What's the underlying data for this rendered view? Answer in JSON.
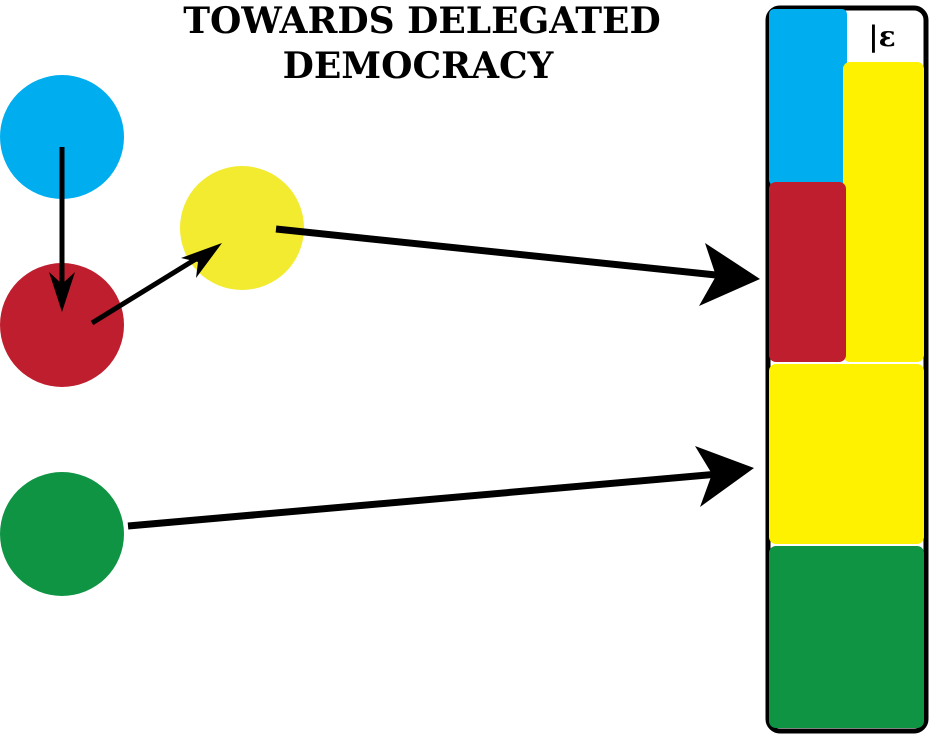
{
  "title": {
    "line1": "TOWARDS DELEGATED",
    "line2": "DEMOCRACY"
  },
  "column_label": "|ε",
  "colors": {
    "blue": "#00ADEF",
    "red": "#BF1E2E",
    "yellow": "#FFF200",
    "yellow_circle": "#F2EB2F",
    "green": "#0F9444",
    "arrow": "#000000",
    "background": "#FFFFFF"
  },
  "nodes": [
    {
      "id": "blue",
      "color_key": "blue"
    },
    {
      "id": "red",
      "color_key": "red"
    },
    {
      "id": "yellow",
      "color_key": "yellow_circle"
    },
    {
      "id": "green",
      "color_key": "green"
    }
  ],
  "delegations": [
    {
      "from": "blue",
      "to": "red"
    },
    {
      "from": "red",
      "to": "yellow"
    },
    {
      "from": "yellow",
      "to": "column"
    },
    {
      "from": "green",
      "to": "column"
    }
  ]
}
